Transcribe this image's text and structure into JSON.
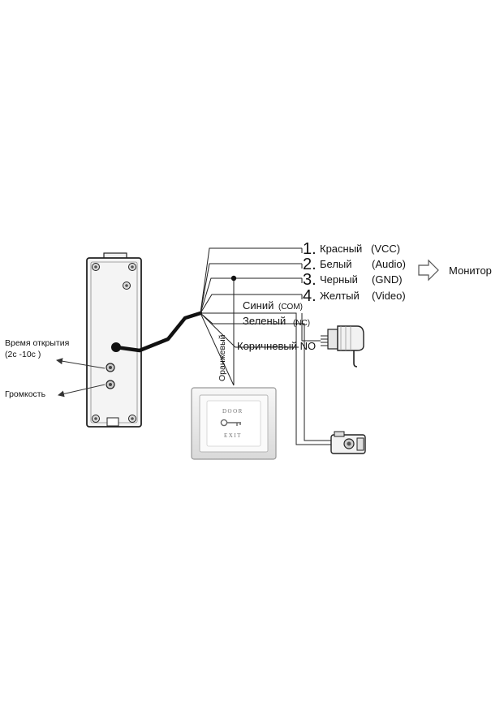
{
  "wires": [
    {
      "number": "1.",
      "label": "Красный",
      "signal": "(VCC)"
    },
    {
      "number": "2.",
      "label": "Белый",
      "signal": "(Audio)"
    },
    {
      "number": "3.",
      "label": "Черный",
      "signal": "(GND)"
    },
    {
      "number": "4.",
      "label": "Желтый",
      "signal": "(Video)"
    }
  ],
  "monitor_label": "Монитор",
  "relay_wires": {
    "blue": "Синий",
    "com": "(COM)",
    "green": "Зеленый",
    "nc": "(NC)",
    "brown": "Коричневый NO",
    "orange": "Оранжевый"
  },
  "panel_labels": {
    "open_time": "Время открытия",
    "open_time_range": "(2c -10c )",
    "volume": "Громкость"
  },
  "exit_button": {
    "top_text": "DOOR",
    "bottom_text": "EXIT"
  },
  "colors": {
    "line": "#111111",
    "device": "#f3f3f3",
    "arrow": "#555555"
  }
}
